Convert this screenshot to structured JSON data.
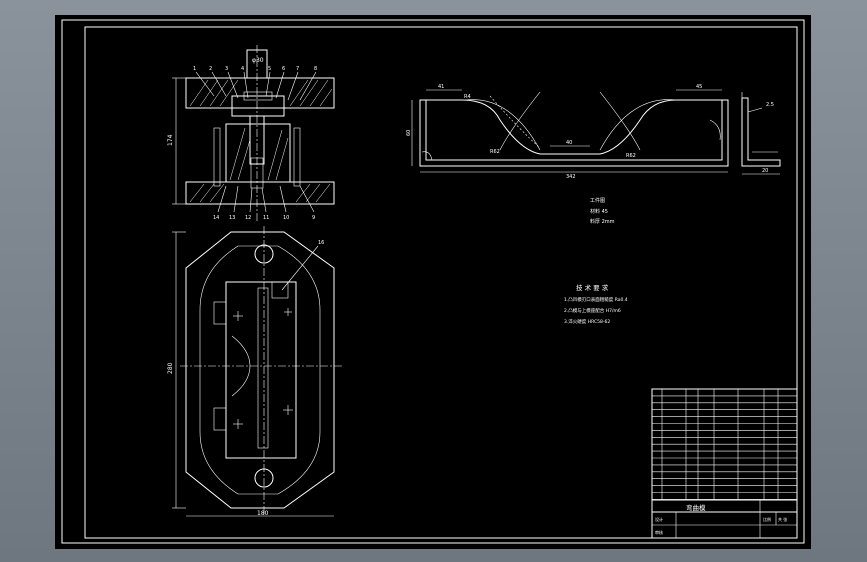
{
  "callouts_top": [
    "1",
    "2",
    "3",
    "4",
    "5",
    "6",
    "7",
    "8"
  ],
  "callouts_bottom": [
    "14",
    "13",
    "12",
    "11",
    "10",
    "9"
  ],
  "callout_plan": "16",
  "dims": {
    "shank": "φ30",
    "press_height": "174",
    "plan_height": "280",
    "plan_width": "180",
    "part_length": "342",
    "part_height": "60",
    "part_left": "41",
    "part_right": "45",
    "part_bottom": "40",
    "r_a": "R4",
    "r_b": "R62",
    "r_c": "R62",
    "side_w": "20",
    "side_t": "2.5"
  },
  "workpiece": {
    "title": "工件图",
    "material": "材料 45",
    "thickness": "料厚 2mm"
  },
  "requirements": {
    "title": "技 术 要 求",
    "items": [
      "1.凸凹模刃口表面粗糙度 Ra0.4",
      "2.凸模与上模座配合 H7/m6",
      "3.淬火硬度 HRC58-62"
    ]
  },
  "title_block": {
    "name": "弯曲模",
    "drawn": "设计",
    "checked": "审核",
    "scale": "比例",
    "sheet": "共 张"
  }
}
